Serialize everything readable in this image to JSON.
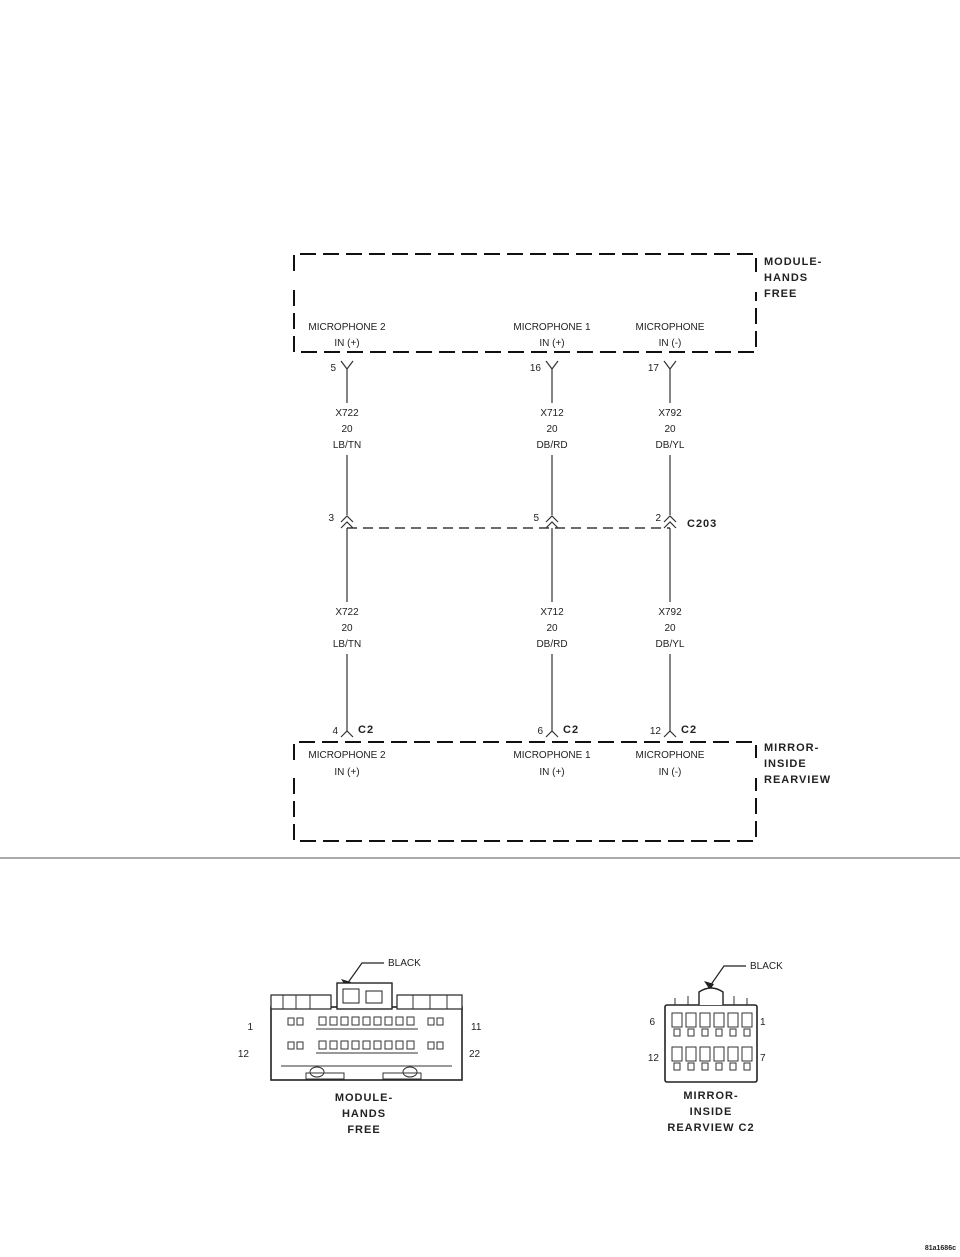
{
  "modules": {
    "hands_free": {
      "name_lines": [
        "MODULE-",
        "HANDS",
        "FREE"
      ],
      "pins": [
        {
          "line1": "MICROPHONE 2",
          "line2": "IN (+)",
          "pin": "5"
        },
        {
          "line1": "MICROPHONE 1",
          "line2": "IN (+)",
          "pin": "16"
        },
        {
          "line1": "MICROPHONE",
          "line2": "IN (-)",
          "pin": "17"
        }
      ]
    },
    "mirror": {
      "name_lines": [
        "MIRROR-",
        "INSIDE",
        "REARVIEW"
      ],
      "connector": "C2",
      "pins": [
        {
          "line1": "MICROPHONE 2",
          "line2": "IN (+)",
          "pin": "4"
        },
        {
          "line1": "MICROPHONE 1",
          "line2": "IN (+)",
          "pin": "6"
        },
        {
          "line1": "MICROPHONE",
          "line2": "IN (-)",
          "pin": "12"
        }
      ]
    }
  },
  "wires_upper": [
    {
      "circuit": "X722",
      "gauge": "20",
      "color": "LB/TN"
    },
    {
      "circuit": "X712",
      "gauge": "20",
      "color": "DB/RD"
    },
    {
      "circuit": "X792",
      "gauge": "20",
      "color": "DB/YL"
    }
  ],
  "wires_lower": [
    {
      "circuit": "X722",
      "gauge": "20",
      "color": "LB/TN"
    },
    {
      "circuit": "X712",
      "gauge": "20",
      "color": "DB/RD"
    },
    {
      "circuit": "X792",
      "gauge": "20",
      "color": "DB/YL"
    }
  ],
  "inline_connector": {
    "name": "C203",
    "pins": [
      "3",
      "5",
      "2"
    ]
  },
  "connector_views": {
    "hands_free": {
      "color_label": "BLACK",
      "name_lines": [
        "MODULE-",
        "HANDS",
        "FREE"
      ],
      "pin_left_top": "1",
      "pin_left_bottom": "12",
      "pin_right_top": "11",
      "pin_right_bottom": "22"
    },
    "mirror": {
      "color_label": "BLACK",
      "name_lines": [
        "MIRROR-",
        "INSIDE",
        "REARVIEW C2"
      ],
      "pin_left_top": "6",
      "pin_left_bottom": "12",
      "pin_right_top": "1",
      "pin_right_bottom": "7"
    }
  },
  "figure_code": "81a1686c"
}
